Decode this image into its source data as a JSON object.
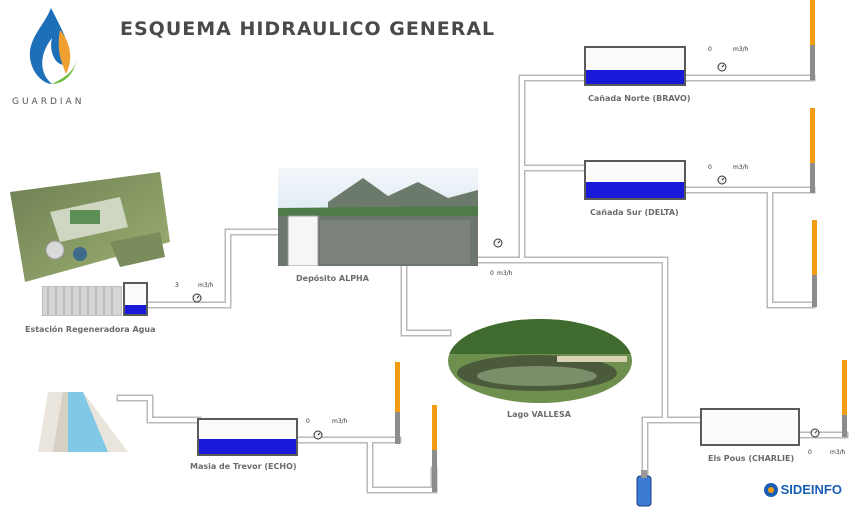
{
  "header": {
    "title": "ESQUEMA HIDRAULICO GENERAL",
    "brand": "GUARDIAN"
  },
  "nodes": {
    "estacion": {
      "label": "Estación Regeneradora Agua",
      "flow_value": "3",
      "flow_unit": "m3/h",
      "level": 0.3
    },
    "alpha": {
      "label": "Depósito ALPHA",
      "flow_value": "0",
      "flow_unit": "m3/h"
    },
    "bravo": {
      "label": "Cañada Norte (BRAVO)",
      "flow_value": "0",
      "flow_unit": "m3/h",
      "level": 0.4
    },
    "delta": {
      "label": "Cañada Sur (DELTA)",
      "flow_value": "0",
      "flow_unit": "m3/h",
      "level": 0.45
    },
    "lago": {
      "label": "Lago VALLESA"
    },
    "echo": {
      "label": "Masia de Trevor (ECHO)",
      "flow_value": "0",
      "flow_unit": "m3/h",
      "level": 0.45
    },
    "charlie": {
      "label": "Els Pous (CHARLIE)",
      "flow_value": "0",
      "flow_unit": "m3/h"
    }
  },
  "footer": {
    "logo_text": "SIDEINFO"
  },
  "colors": {
    "water": "#1919d9",
    "pipe": "#ffffff",
    "pipe_outline": "#b9b9b9",
    "pole_orange": "#f39c12",
    "pole_grey": "#8c8c8c"
  }
}
